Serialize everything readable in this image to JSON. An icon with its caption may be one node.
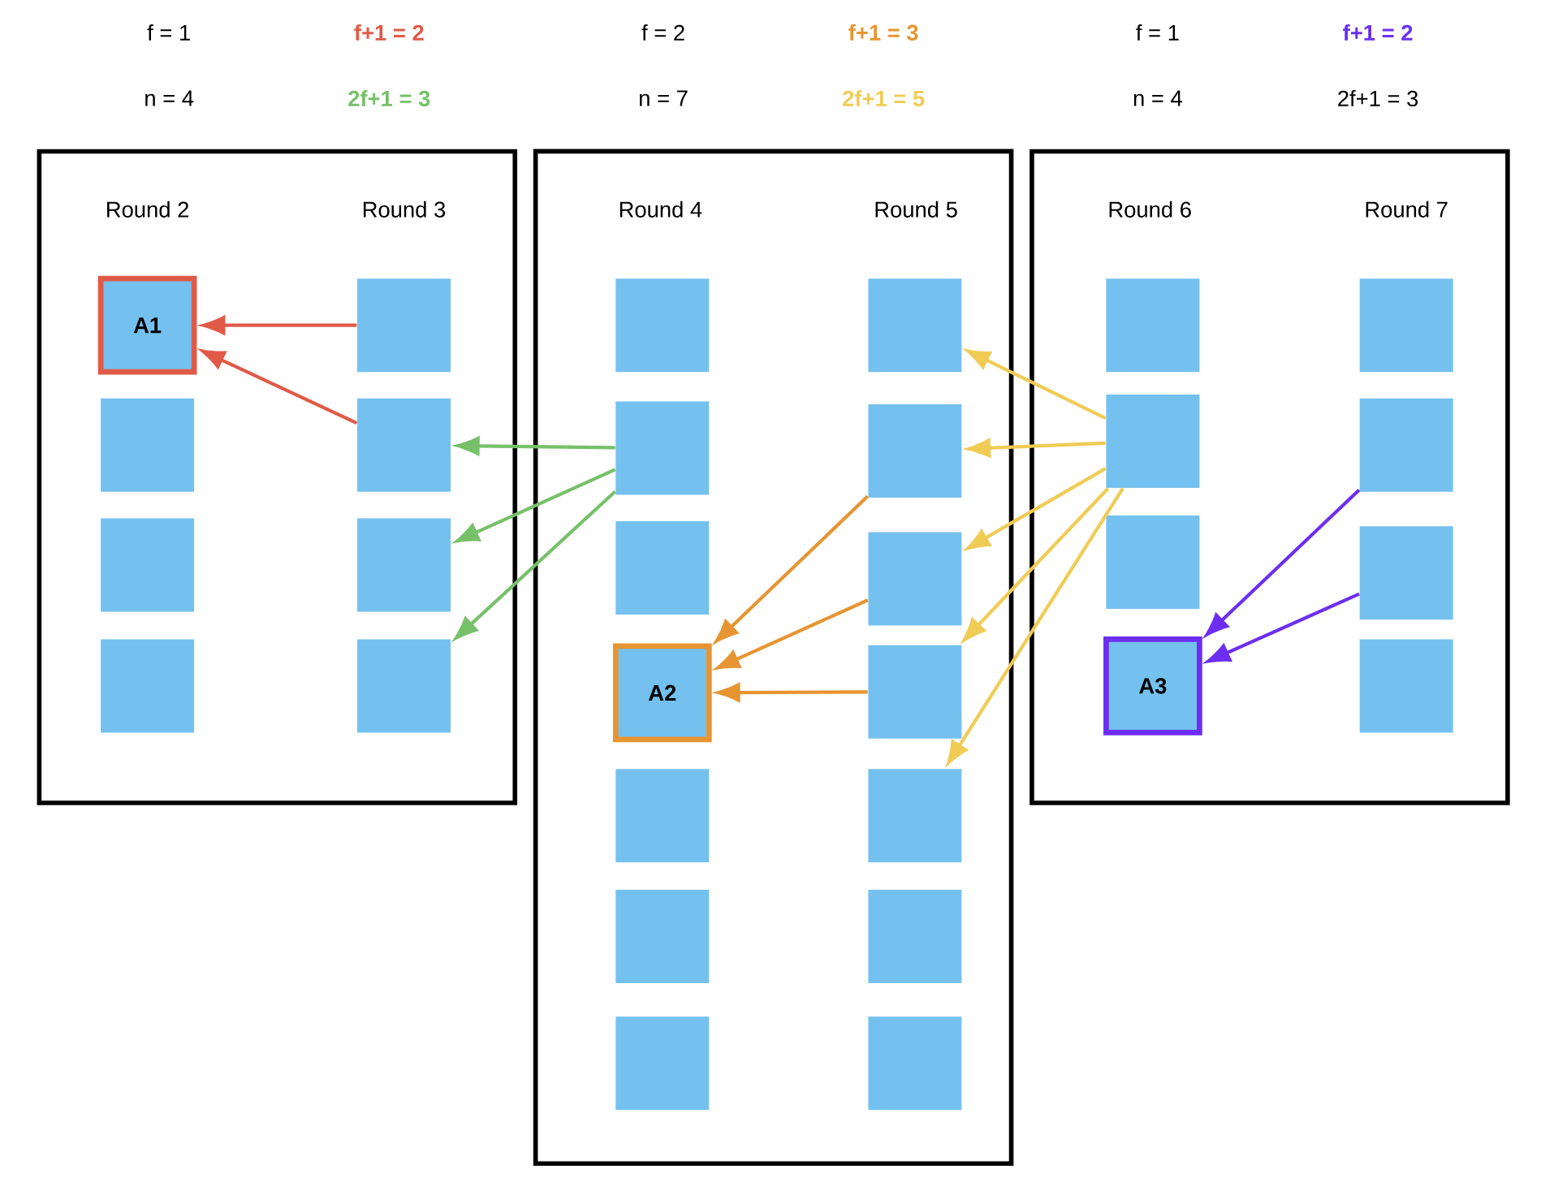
{
  "diagram": {
    "nodes": [
      {
        "text": [],
        "shape": "box"
      },
      {
        "text": [
          "A1"
        ],
        "in": 0
      },
      {
        "text": [],
        "shape": "box",
        "in": 0
      },
      {
        "text": [],
        "shape": "box",
        "in": 0
      },
      {
        "text": [],
        "shape": "box",
        "in": 0
      },
      {
        "text": [],
        "shape": "box",
        "in": 0
      },
      {
        "text": [],
        "shape": "box",
        "in": 0
      },
      {
        "text": [],
        "shape": "box",
        "in": 0
      },
      {
        "text": [],
        "shape": "box",
        "in": 0
      },
      {
        "text": [],
        "shape": "box"
      },
      {
        "text": [],
        "shape": "box",
        "in": 9
      },
      {
        "text": [],
        "shape": "box",
        "in": 9
      },
      {
        "text": [],
        "shape": "box",
        "in": 9
      },
      {
        "text": [
          "A2"
        ],
        "in": 9
      },
      {
        "text": [],
        "shape": "box",
        "in": 9
      },
      {
        "text": [],
        "shape": "box",
        "in": 9
      },
      {
        "text": [],
        "shape": "box",
        "in": 9
      },
      {
        "text": [],
        "shape": "box",
        "in": 9
      },
      {
        "text": [],
        "shape": "box",
        "in": 9
      },
      {
        "text": [],
        "shape": "box",
        "in": 9
      },
      {
        "text": [],
        "shape": "box",
        "in": 9
      },
      {
        "text": [],
        "shape": "box",
        "in": 9
      },
      {
        "text": [],
        "shape": "box",
        "in": 9
      },
      {
        "text": [],
        "shape": "box",
        "in": 9
      },
      {
        "text": [],
        "shape": "box"
      },
      {
        "text": [],
        "shape": "box",
        "in": 24
      },
      {
        "text": [],
        "shape": "box",
        "in": 24
      },
      {
        "text": [],
        "shape": "box",
        "in": 24
      },
      {
        "text": [
          "A3"
        ],
        "in": 24
      },
      {
        "text": [],
        "shape": "box",
        "in": 24
      },
      {
        "text": [],
        "shape": "box",
        "in": 24
      },
      {
        "text": [],
        "shape": "box",
        "in": 24
      },
      {
        "text": [],
        "shape": "box",
        "in": 24
      }
    ],
    "edges": [
      {
        "from": 5,
        "to": 1,
        "arrow": "to",
        "color": "#e05a47"
      },
      {
        "from": 6,
        "to": 1,
        "arrow": "to",
        "color": "#e05a47"
      },
      {
        "from": 11,
        "to": 6,
        "arrow": "to",
        "color": "#77c06a"
      },
      {
        "from": 11,
        "to": 7,
        "arrow": "to",
        "color": "#77c06a"
      },
      {
        "from": 11,
        "to": 8,
        "arrow": "to",
        "color": "#77c06a"
      },
      {
        "from": 18,
        "to": 13,
        "arrow": "to",
        "color": "#e69532"
      },
      {
        "from": 19,
        "to": 13,
        "arrow": "to",
        "color": "#e69532"
      },
      {
        "from": 20,
        "to": 13,
        "arrow": "to",
        "color": "#e69532"
      },
      {
        "from": 26,
        "to": 17,
        "arrow": "to",
        "color": "#f0cc55"
      },
      {
        "from": 26,
        "to": 18,
        "arrow": "to",
        "color": "#f0cc55"
      },
      {
        "from": 26,
        "to": 19,
        "arrow": "to",
        "color": "#f0cc55"
      },
      {
        "from": 26,
        "to": 20,
        "arrow": "to",
        "color": "#f0cc55"
      },
      {
        "from": 26,
        "to": 21,
        "arrow": "to",
        "color": "#f0cc55"
      },
      {
        "from": 30,
        "to": 28,
        "arrow": "to",
        "color": "#6c2ef0"
      },
      {
        "from": 31,
        "to": 28,
        "arrow": "to",
        "color": "#6c2ef0"
      }
    ],
    "labels": [
      "f = 1",
      "f+1 = 2",
      "f = 2",
      "f+1 = 3",
      "f = 1",
      "f+1 = 2",
      "n = 4",
      "2f+1 = 3",
      "n = 7",
      "2f+1 = 5",
      "n = 4",
      "2f+1 = 3",
      "Round 2",
      "Round 3",
      "Round 4",
      "Round 5",
      "Round 6",
      "Round 7"
    ]
  }
}
